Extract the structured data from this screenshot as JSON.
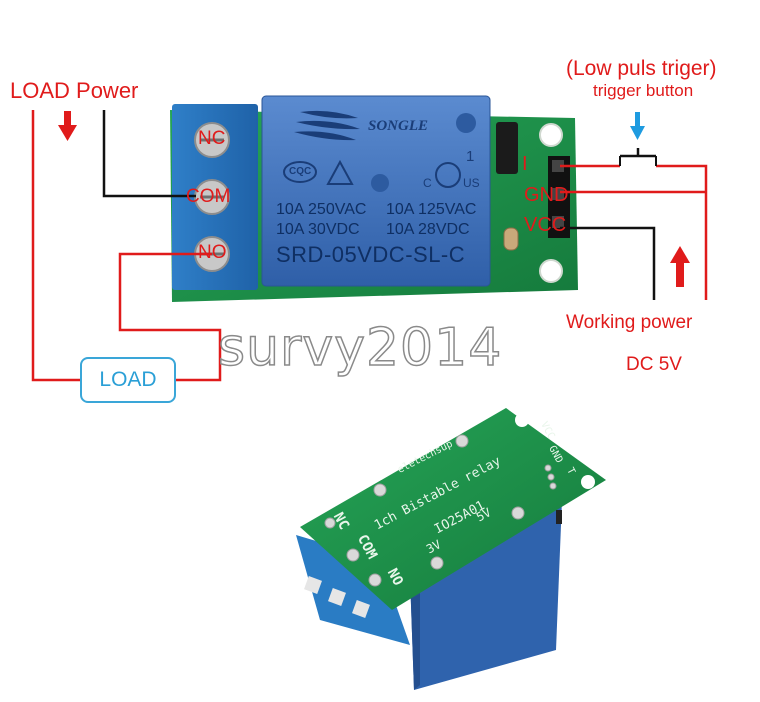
{
  "labels": {
    "load_power": "LOAD Power",
    "low_puls": "(Low puls triger)",
    "trigger_button": "trigger button",
    "working_power": "Working power",
    "dc": "DC 5V",
    "load_box": "LOAD",
    "watermark": "survy2014"
  },
  "relay": {
    "brand": "SONGLE",
    "line1a": "10A 250VAC",
    "line1b": "10A 125VAC",
    "line2a": "10A  30VDC",
    "line2b": "10A  28VDC",
    "model": "SRD-05VDC-SL-C",
    "cqc": "CQC",
    "us": "US",
    "c": "C",
    "one": "1"
  },
  "terminals": {
    "nc": "NC",
    "com": "COM",
    "no": "NO"
  },
  "pins": {
    "i": "I",
    "gnd": "GND",
    "vcc": "VCC"
  },
  "pcb": {
    "brand": "eletechsup",
    "title": "1ch Bistable relay",
    "model": "IO25A01",
    "v5": "5V",
    "v3": "3V",
    "nc": "NC",
    "com": "COM",
    "no": "NO",
    "vcc": "VCC",
    "gnd": "GND",
    "t": "T"
  },
  "colors": {
    "red": "#e01b1b",
    "blue": "#1e9be0",
    "relay_blue": "#3d6fb8",
    "terminal_blue": "#2a7cc4",
    "pcb_green": "#1f9a4c"
  }
}
